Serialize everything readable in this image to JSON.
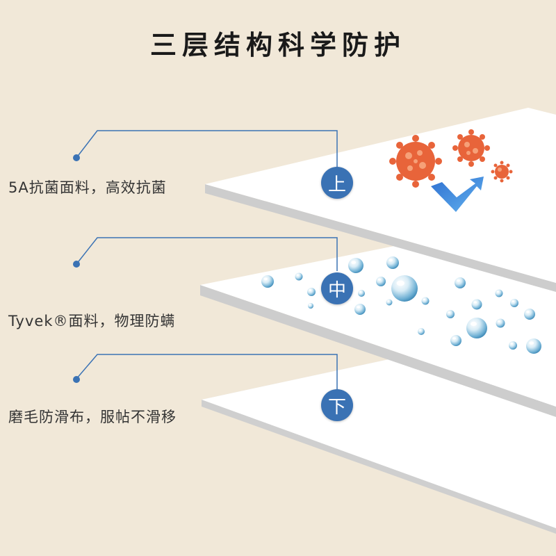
{
  "title": "三层结构科学防护",
  "layers": [
    {
      "badge": "上",
      "label": "5A抗菌面料，高效抗菌"
    },
    {
      "badge": "中",
      "label": "Tyvek®面料，物理防螨"
    },
    {
      "badge": "下",
      "label": "磨毛防滑布，服帖不滑移"
    }
  ],
  "colors": {
    "background": "#f1e8d8",
    "accent_blue": "#3a72b4",
    "germ_orange": "#e8643a",
    "sheet": "#ffffff",
    "sheet_edge": "#d7d7d7"
  },
  "icons": [
    "germ-icon",
    "arrow-icon",
    "water-drop-icon"
  ]
}
